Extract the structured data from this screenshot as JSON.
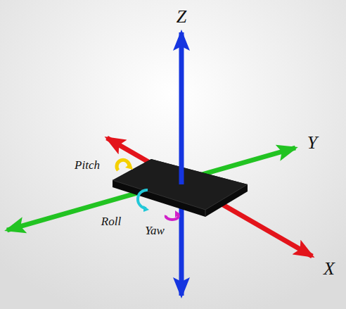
{
  "diagram": {
    "labels": [
      "Z",
      "Y",
      "X",
      "Pitch",
      "Roll",
      "Yaw"
    ]
  }
}
